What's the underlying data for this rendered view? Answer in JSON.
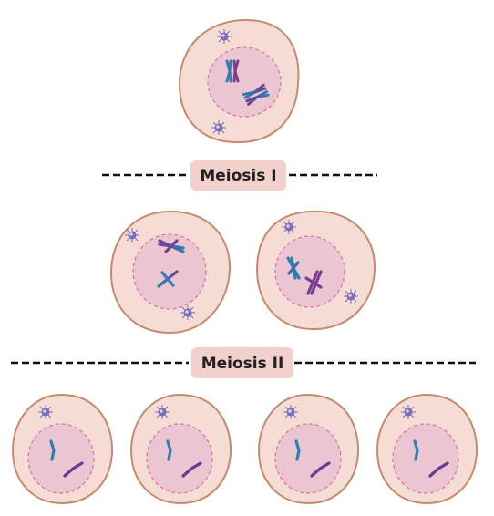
{
  "diagram": {
    "stage_labels": {
      "meiosis_1": "Meiosis I",
      "meiosis_2": "Meiosis II"
    },
    "cell_count": {
      "parent": 1,
      "after_meiosis_1": 2,
      "after_meiosis_2": 4
    },
    "colors": {
      "cytoplasm": "#f5ddd6",
      "cell_membrane": "#c68a6c",
      "nucleus": "#ebc5d1",
      "nuclear_envelope": "#d97aa3",
      "label_background": "#f2d0cb",
      "divider_line": "#111111",
      "chromosome_blue": "#2f7fb0",
      "chromosome_purple": "#6a3a8e",
      "centrosome": "#7b6cb8"
    },
    "icons": {
      "centrosome": "centrosome-icon",
      "chromosome": "chromosome-icon"
    }
  }
}
